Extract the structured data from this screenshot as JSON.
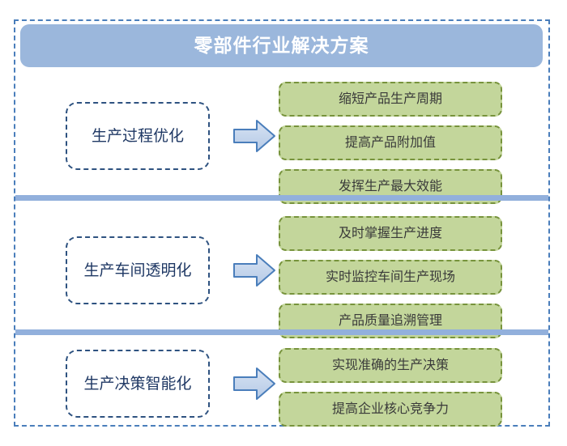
{
  "diagram": {
    "title": "零部件行业解决方案",
    "colors": {
      "frame_border": "#4A7EBB",
      "banner_fill": "#9BB7DC",
      "banner_text": "#FFFFFF",
      "left_box_border": "#2E5280",
      "left_box_text": "#1F3864",
      "chip_fill": "#C3D69B",
      "chip_border": "#77933C",
      "chip_text": "#3A3A3A",
      "arrow_fill": "#C6D6EB",
      "arrow_border": "#4A7EBB",
      "divider": "#92B0DC"
    },
    "sections": [
      {
        "category": "生产过程优化",
        "arrow_icon": "arrow-right-icon",
        "benefits": [
          "缩短产品生产周期",
          "提高产品附加值",
          "发挥生产最大效能"
        ]
      },
      {
        "category": "生产车间透明化",
        "arrow_icon": "arrow-right-icon",
        "benefits": [
          "及时掌握生产进度",
          "实时监控车间生产现场",
          "产品质量追溯管理"
        ]
      },
      {
        "category": "生产决策智能化",
        "arrow_icon": "arrow-right-icon",
        "benefits": [
          "实现准确的生产决策",
          "提高企业核心竞争力"
        ]
      }
    ]
  }
}
